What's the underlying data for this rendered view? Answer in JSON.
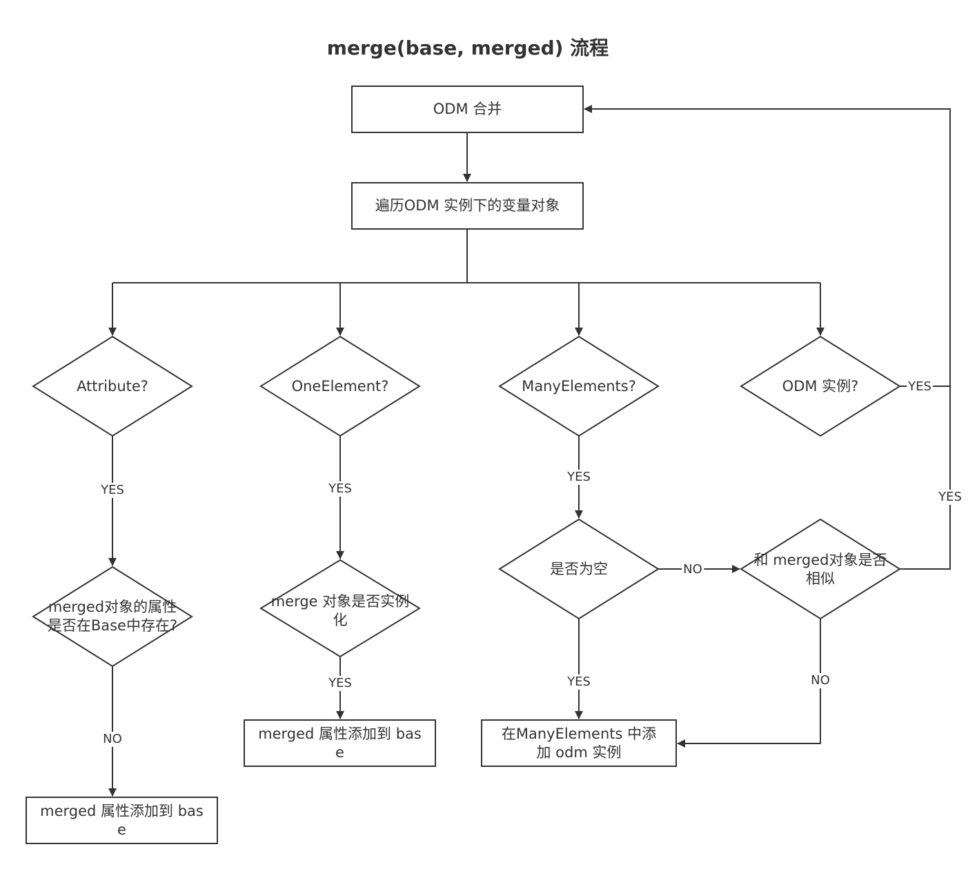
{
  "title": "merge(base, merged) 流程",
  "nodes": {
    "odm_merge": "ODM 合并",
    "iterate": "遍历ODM 实例下的变量对象",
    "attribute_q": "Attribute?",
    "one_element_q": "OneElement?",
    "many_elements_q": "ManyElements?",
    "odm_instance_q": "ODM 实例?",
    "attr_exists_q": "merged对象的属性是否在Base中存在?",
    "attr_add": "merged 属性添加到 base",
    "one_instantiated_q": "merge 对象是否实例化",
    "one_add": "merged 属性添加到 base",
    "is_empty_q": "是否为空",
    "similar_q": "和 merged对象是否相似",
    "many_add": "在ManyElements 中添加 odm 实例"
  },
  "edge_labels": {
    "attribute_yes": "YES",
    "attr_exists_no": "NO",
    "one_yes": "YES",
    "one_instantiated_yes": "YES",
    "many_yes": "YES",
    "empty_no": "NO",
    "empty_yes": "YES",
    "similar_no": "NO",
    "similar_yes": "YES",
    "odm_instance_yes": "YES"
  },
  "colors": {
    "stroke": "#333333",
    "fill": "#ffffff",
    "text": "#333333"
  }
}
